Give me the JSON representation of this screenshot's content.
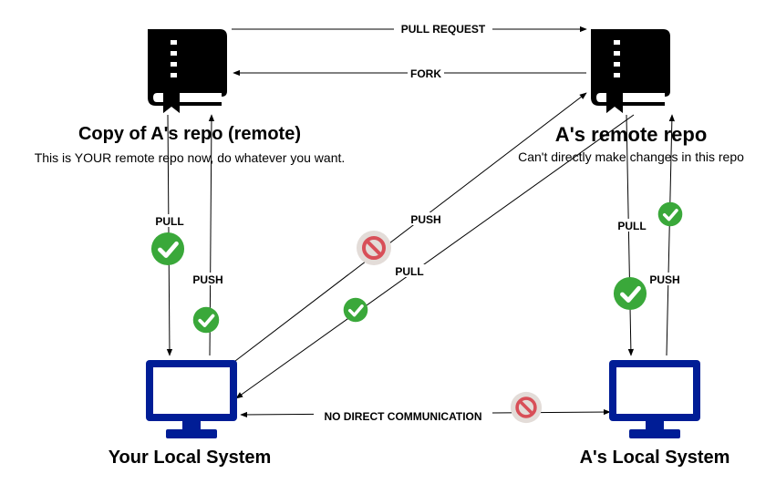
{
  "nodes": {
    "fork_repo": {
      "title": "Copy of A's repo (remote)",
      "subtitle": "This is YOUR remote repo now, do whatever you want.",
      "icon": "repo-book-icon"
    },
    "a_remote": {
      "title": "A's remote repo",
      "subtitle": "Can't directly make changes in this repo",
      "icon": "repo-book-icon"
    },
    "your_local": {
      "title": "Your Local System",
      "icon": "monitor-icon"
    },
    "a_local": {
      "title": "A's Local System",
      "icon": "monitor-icon"
    }
  },
  "edges": {
    "pull_request": "PULL REQUEST",
    "fork": "FORK",
    "fork_pull": "PULL",
    "fork_push": "PUSH",
    "cross_push": "PUSH",
    "cross_pull": "PULL",
    "a_pull": "PULL",
    "a_push": "PUSH",
    "no_direct": "NO DIRECT COMMUNICATION"
  },
  "colors": {
    "monitor": "#001d96",
    "check": "#3aa83a",
    "forbidden": "#d84f58",
    "forbidden_bg": "#e3dcd8"
  }
}
